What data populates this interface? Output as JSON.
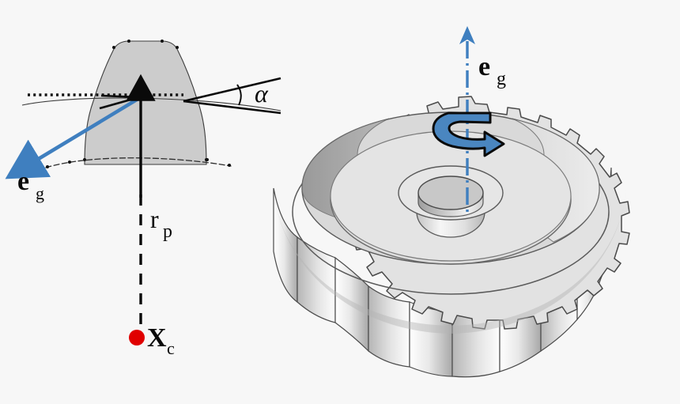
{
  "figure": {
    "title": "Gear tooth geometry and gear rotation axis diagram",
    "background_color": "#f7f7f7"
  },
  "colors": {
    "vector_blue": "#3f7fbf",
    "axis_blue": "#3f7fbf",
    "rotation_arrow_blue": "#4a86c0",
    "tooth_fill": "#cccccc",
    "tooth_stroke": "#3d3d3d",
    "gear_body": "#d9d9d9",
    "gear_face": "#e2e2e2",
    "gear_shadow": "#9a9a9a",
    "outline": "#444444",
    "center_point_red": "#e00000",
    "label_black": "#0a0a0a"
  },
  "left_panel": {
    "name": "tooth-profile-diagram",
    "labels": {
      "normal_vector": {
        "symbol": "e",
        "subscript": "g"
      },
      "pitch_radius": {
        "symbol": "r",
        "subscript": "p"
      },
      "center_point": {
        "symbol": "X",
        "subscript": "c"
      },
      "pressure_angle": {
        "symbol": "α"
      }
    },
    "elements": [
      "tooth-profile-shape",
      "pitch-line-dotted",
      "pitch-circle-arc",
      "root-circle-arc",
      "normal-vector-arrow",
      "tooth-normal-arrow",
      "right-angle-marker",
      "pressure-angle-lines",
      "pressure-angle-arc",
      "pitch-radius-dashed-line",
      "center-point-dot"
    ]
  },
  "right_panel": {
    "name": "gear-3d-model",
    "labels": {
      "rotation_axis": {
        "symbol": "e",
        "subscript": "g"
      }
    },
    "tooth_count": 20,
    "elements": [
      "gear-body",
      "gear-teeth",
      "gear-rim-ring",
      "gear-web-face",
      "gear-hub",
      "gear-bore",
      "rotation-axis-line",
      "rotation-axis-arrowhead",
      "rotation-direction-arrow"
    ]
  }
}
